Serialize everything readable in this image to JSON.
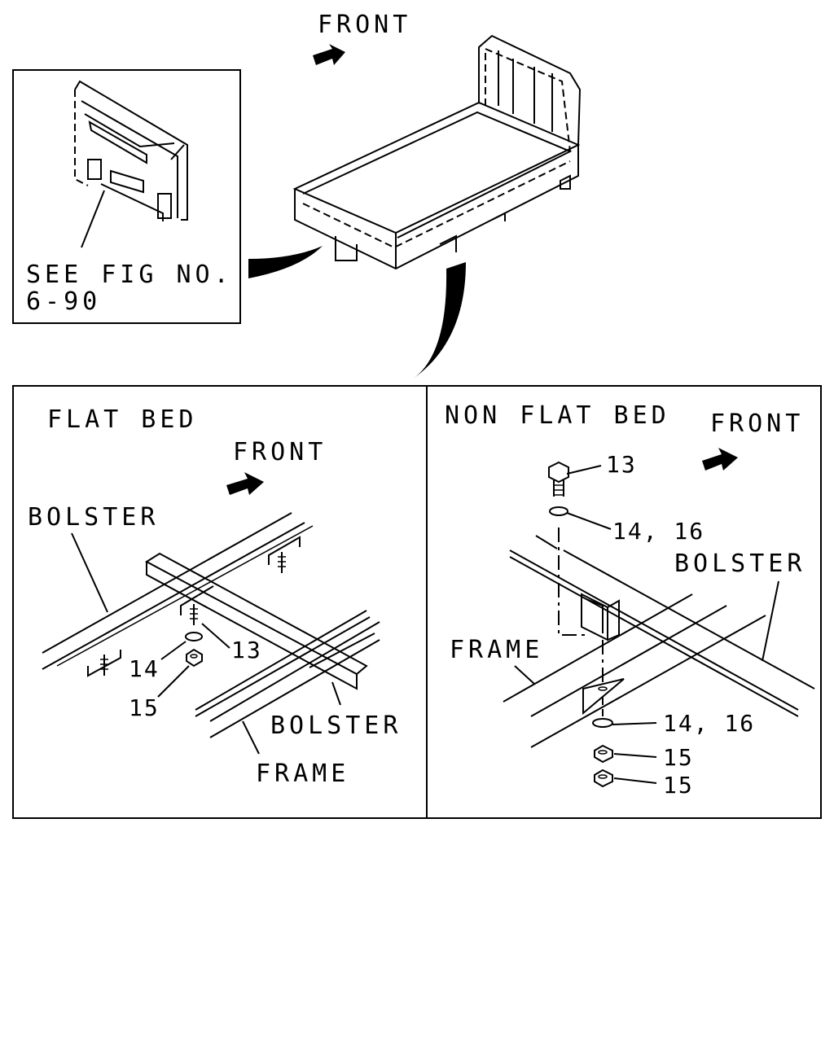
{
  "overview": {
    "front_label": "FRONT",
    "see_fig_line1": "SEE FIG NO.",
    "see_fig_line2": "6-90"
  },
  "flat_bed": {
    "title": "FLAT BED",
    "front_label": "FRONT",
    "bolster_upper": "BOLSTER",
    "bolster_lower": "BOLSTER",
    "frame": "FRAME",
    "callouts": [
      "13",
      "14",
      "15"
    ]
  },
  "non_flat_bed": {
    "title": "NON FLAT BED",
    "front_label": "FRONT",
    "bolster": "BOLSTER",
    "frame": "FRAME",
    "callouts": [
      "13",
      "14, 16",
      "14, 16",
      "15",
      "15"
    ]
  }
}
